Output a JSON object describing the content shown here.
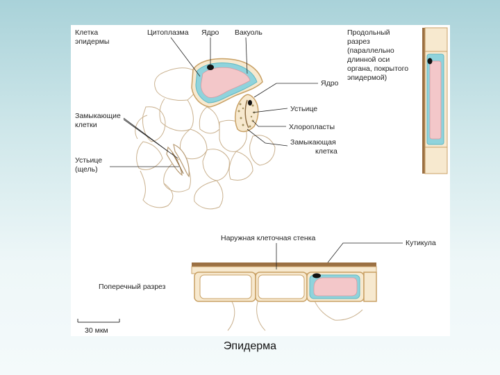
{
  "caption": "Эпидерма",
  "labels": {
    "epidermal_cell": [
      "Клетка",
      "эпидермы"
    ],
    "cytoplasm": "Цитоплазма",
    "nucleus_top": "Ядро",
    "vacuole": "Вакуоль",
    "longitudinal_section": [
      "Продольный",
      "разрез",
      "(параллельно",
      "длинной оси",
      "органа, покрытого",
      "эпидермой)"
    ],
    "nucleus_right": "Ядро",
    "stoma_top": "Устьице",
    "chloroplasts": "Хлоропласты",
    "guard_cell": [
      "Замыкающая",
      "клетка"
    ],
    "guard_cells": [
      "Замыкающие",
      "клетки"
    ],
    "stoma_slit": [
      "Устьице",
      "(щель)"
    ],
    "outer_wall": "Наружная клеточная стенка",
    "cuticle": "Кутикула",
    "cross_section": "Поперечный разрез",
    "scale": "30 мкм"
  },
  "colors": {
    "wall": "#c8a064",
    "wall_fill": "#f7e9cf",
    "cytoplasm": "#8fd3dc",
    "vacuole": "#f3c7c9",
    "nucleus": "#111111",
    "cuticle": "#9b7043",
    "outline": "#bfa27a"
  }
}
